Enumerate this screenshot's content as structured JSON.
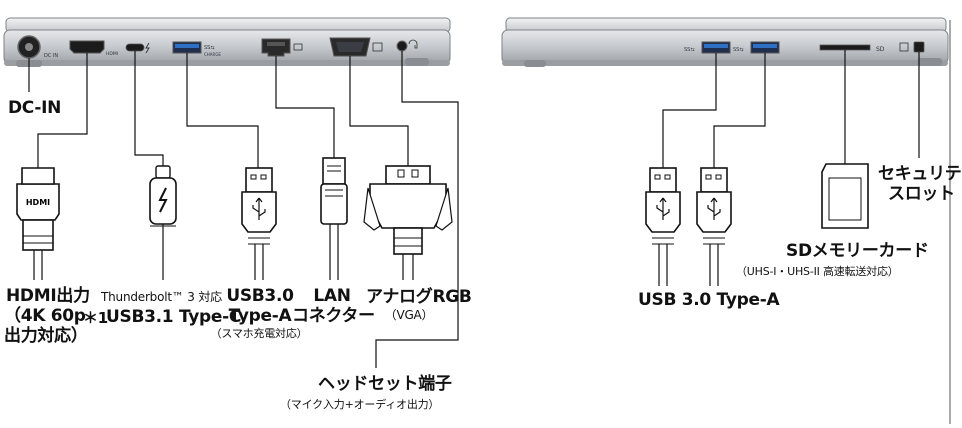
{
  "left_ports": {
    "dc_in_port": "DC IN",
    "hdmi_port": "HDMI",
    "usb_port": "SS⇆",
    "usb_charge": "CHARGE"
  },
  "labels": {
    "dc_in": "DC-IN",
    "hdmi_line1": "HDMI出力",
    "hdmi_line2": "4K 60p",
    "hdmi_line3": "出力対応",
    "hdmi_note": "＊1",
    "tb_line1": "Thunderbolt™ 3 対応",
    "tb_line2": "USB3.1 Type-C",
    "usb_line1": "USB3.0",
    "usb_line2": "Type-A",
    "usb_line3": "（スマホ充電対応）",
    "lan_line1": "LAN",
    "lan_line2": "コネクター",
    "vga_line1": "アナログRGB",
    "vga_line2": "（VGA）",
    "headset_line1": "ヘッドセット端子",
    "headset_line2": "（マイク入力+オーディオ出力）",
    "right_usb": "USB 3.0 Type-A",
    "sd_line1": "SDメモリーカード",
    "sd_line2": "（UHS-I・UHS-II 高速転送対応）",
    "security_line1": "セキュリティ",
    "security_line2": "スロット"
  },
  "connector_marks": {
    "hdmi": "HDMI"
  },
  "colors": {
    "chassis": "#bfc3c7",
    "chassis_dark": "#8d9196",
    "usb_blue": "#2f6fc4",
    "line": "#111111"
  }
}
